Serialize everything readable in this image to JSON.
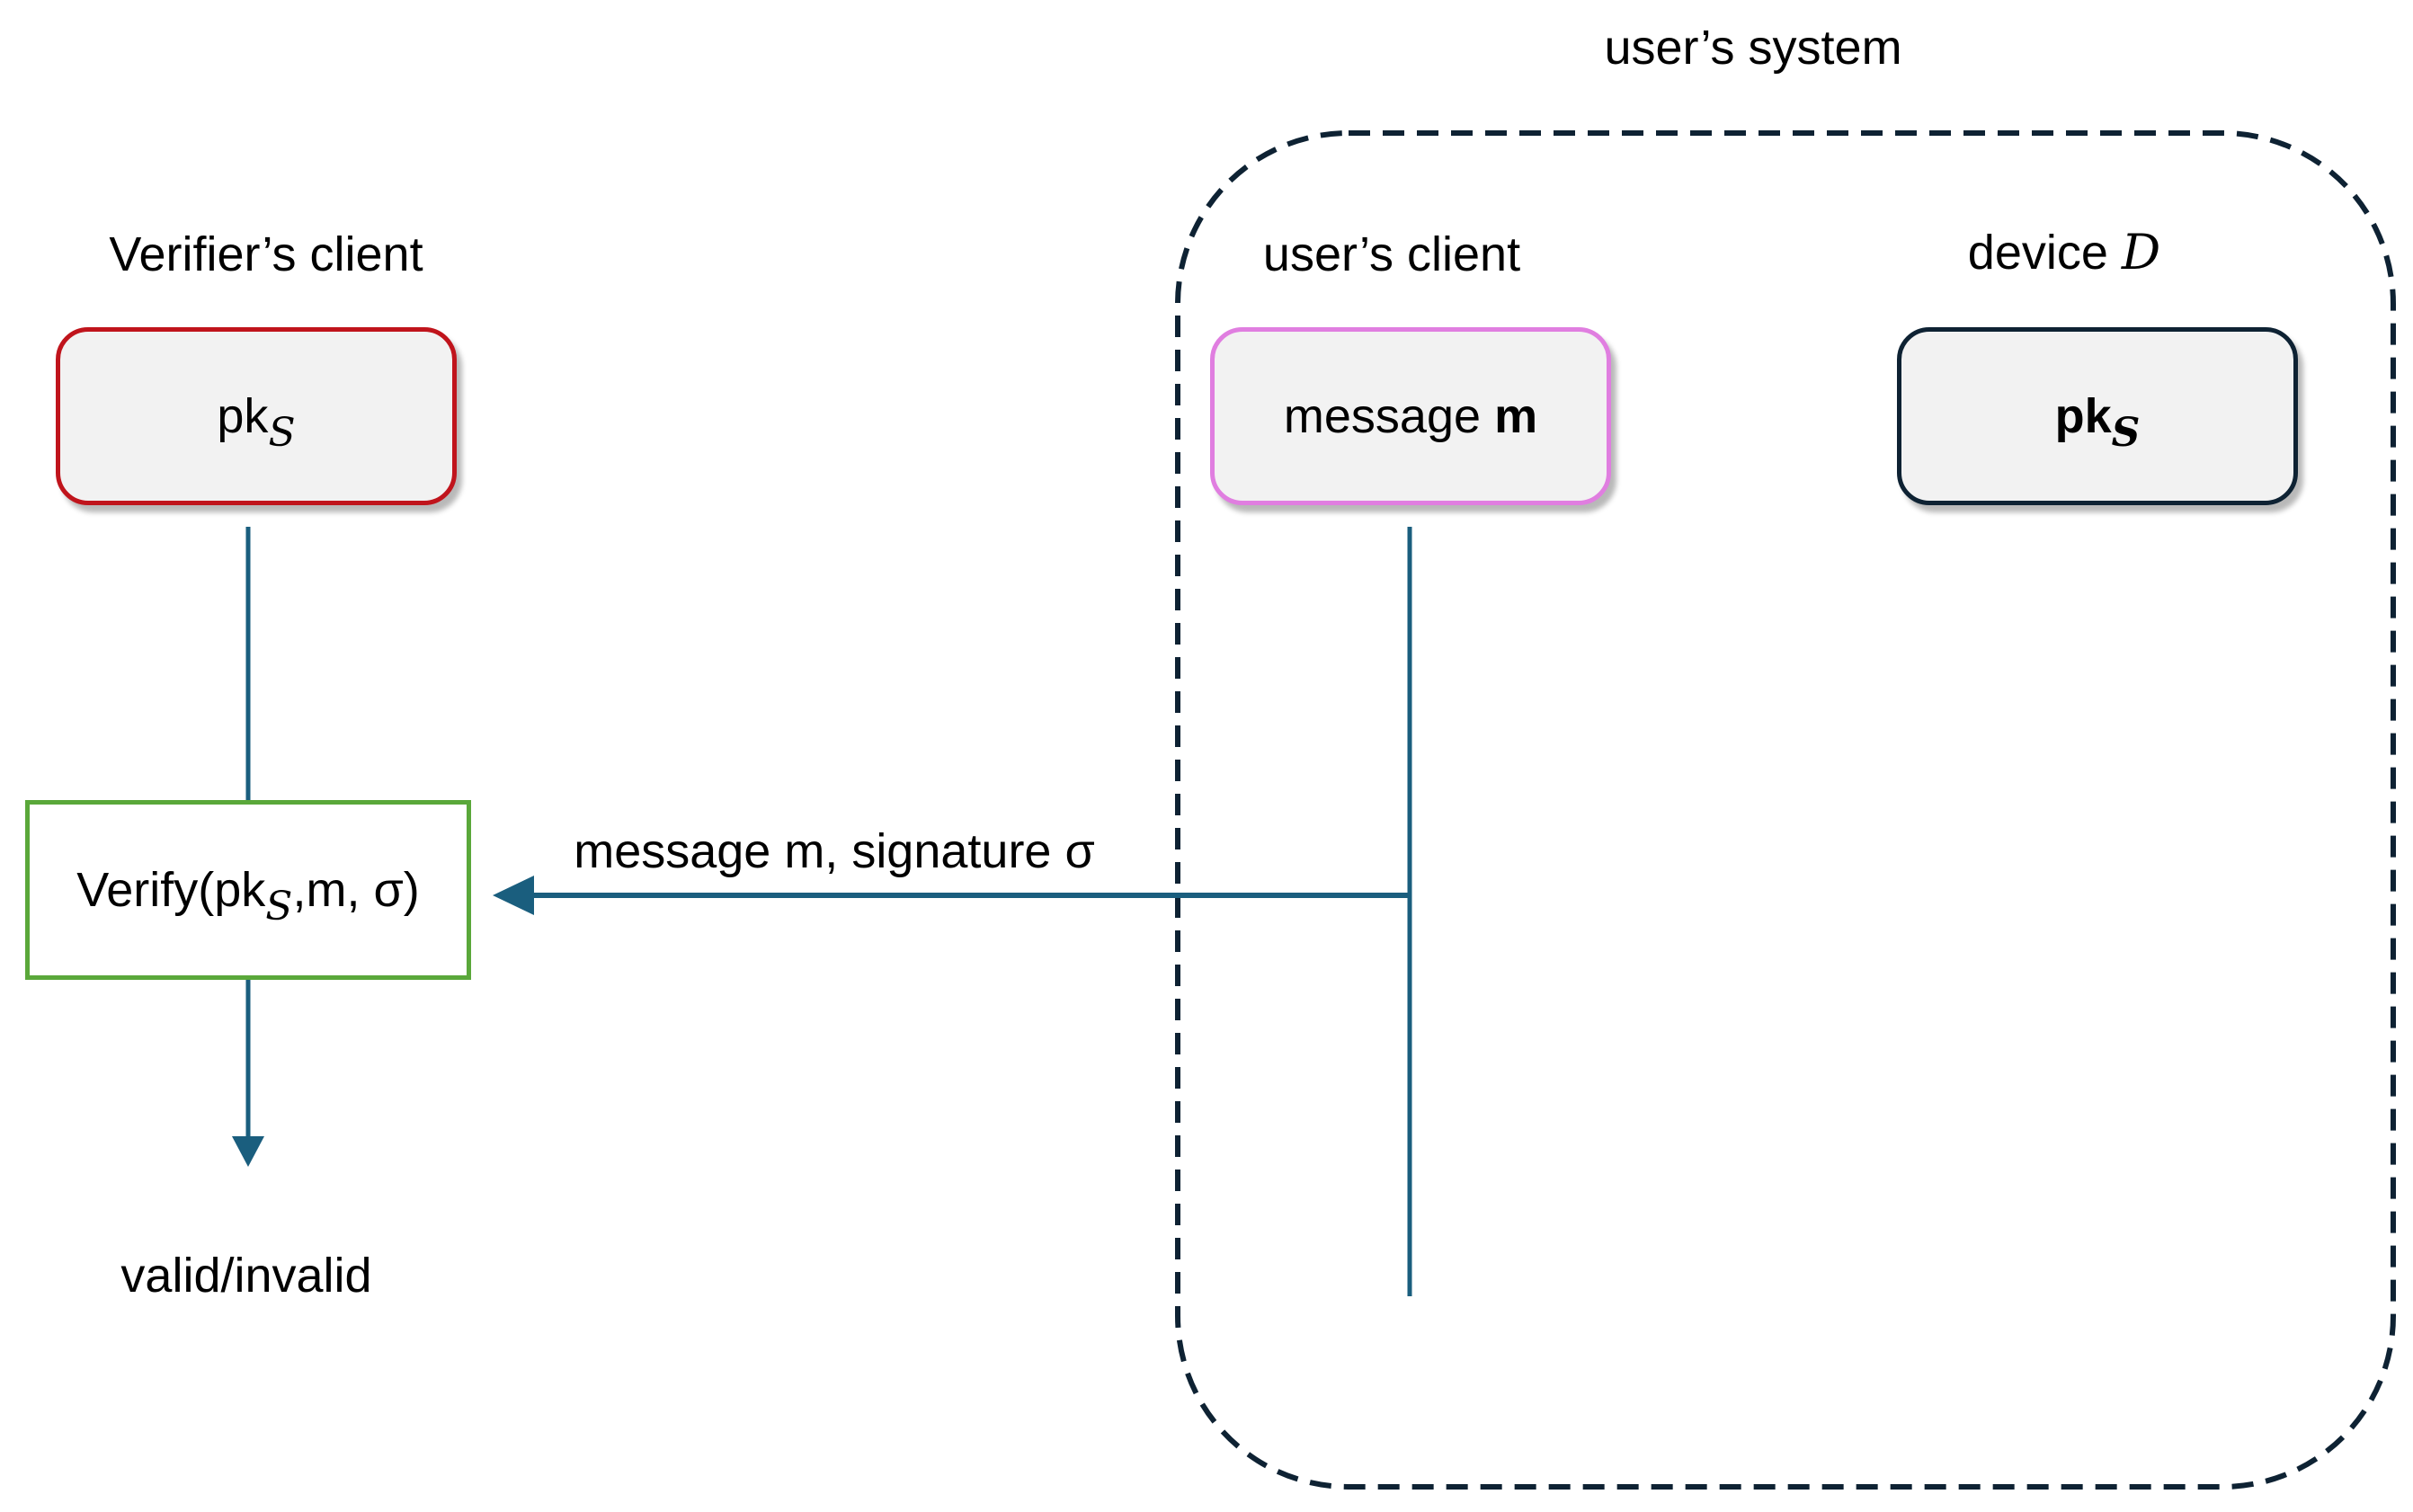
{
  "users_system": {
    "title": "user’s system"
  },
  "verifier": {
    "title": "Verifier’s client",
    "key_box": {
      "main": "pk",
      "subscript": "S"
    },
    "verify_box": {
      "prefix": "Verify(pk",
      "subscript": "S",
      "suffix": ",m, σ)"
    },
    "result": "valid/invalid"
  },
  "user_client": {
    "title": "user’s client",
    "message_box": {
      "text": "message",
      "var": "m"
    }
  },
  "device": {
    "title": "device",
    "symbol": "D",
    "key_box": {
      "main": "pk",
      "subscript": "S"
    }
  },
  "arrow": {
    "label": "message m, signature σ"
  },
  "colors": {
    "verifier_border": "#c0141c",
    "message_border": "#e07ee0",
    "device_border": "#0e2233",
    "verify_border": "#5aa83a",
    "line": "#1a5e7e",
    "dashed": "#0e2233"
  }
}
